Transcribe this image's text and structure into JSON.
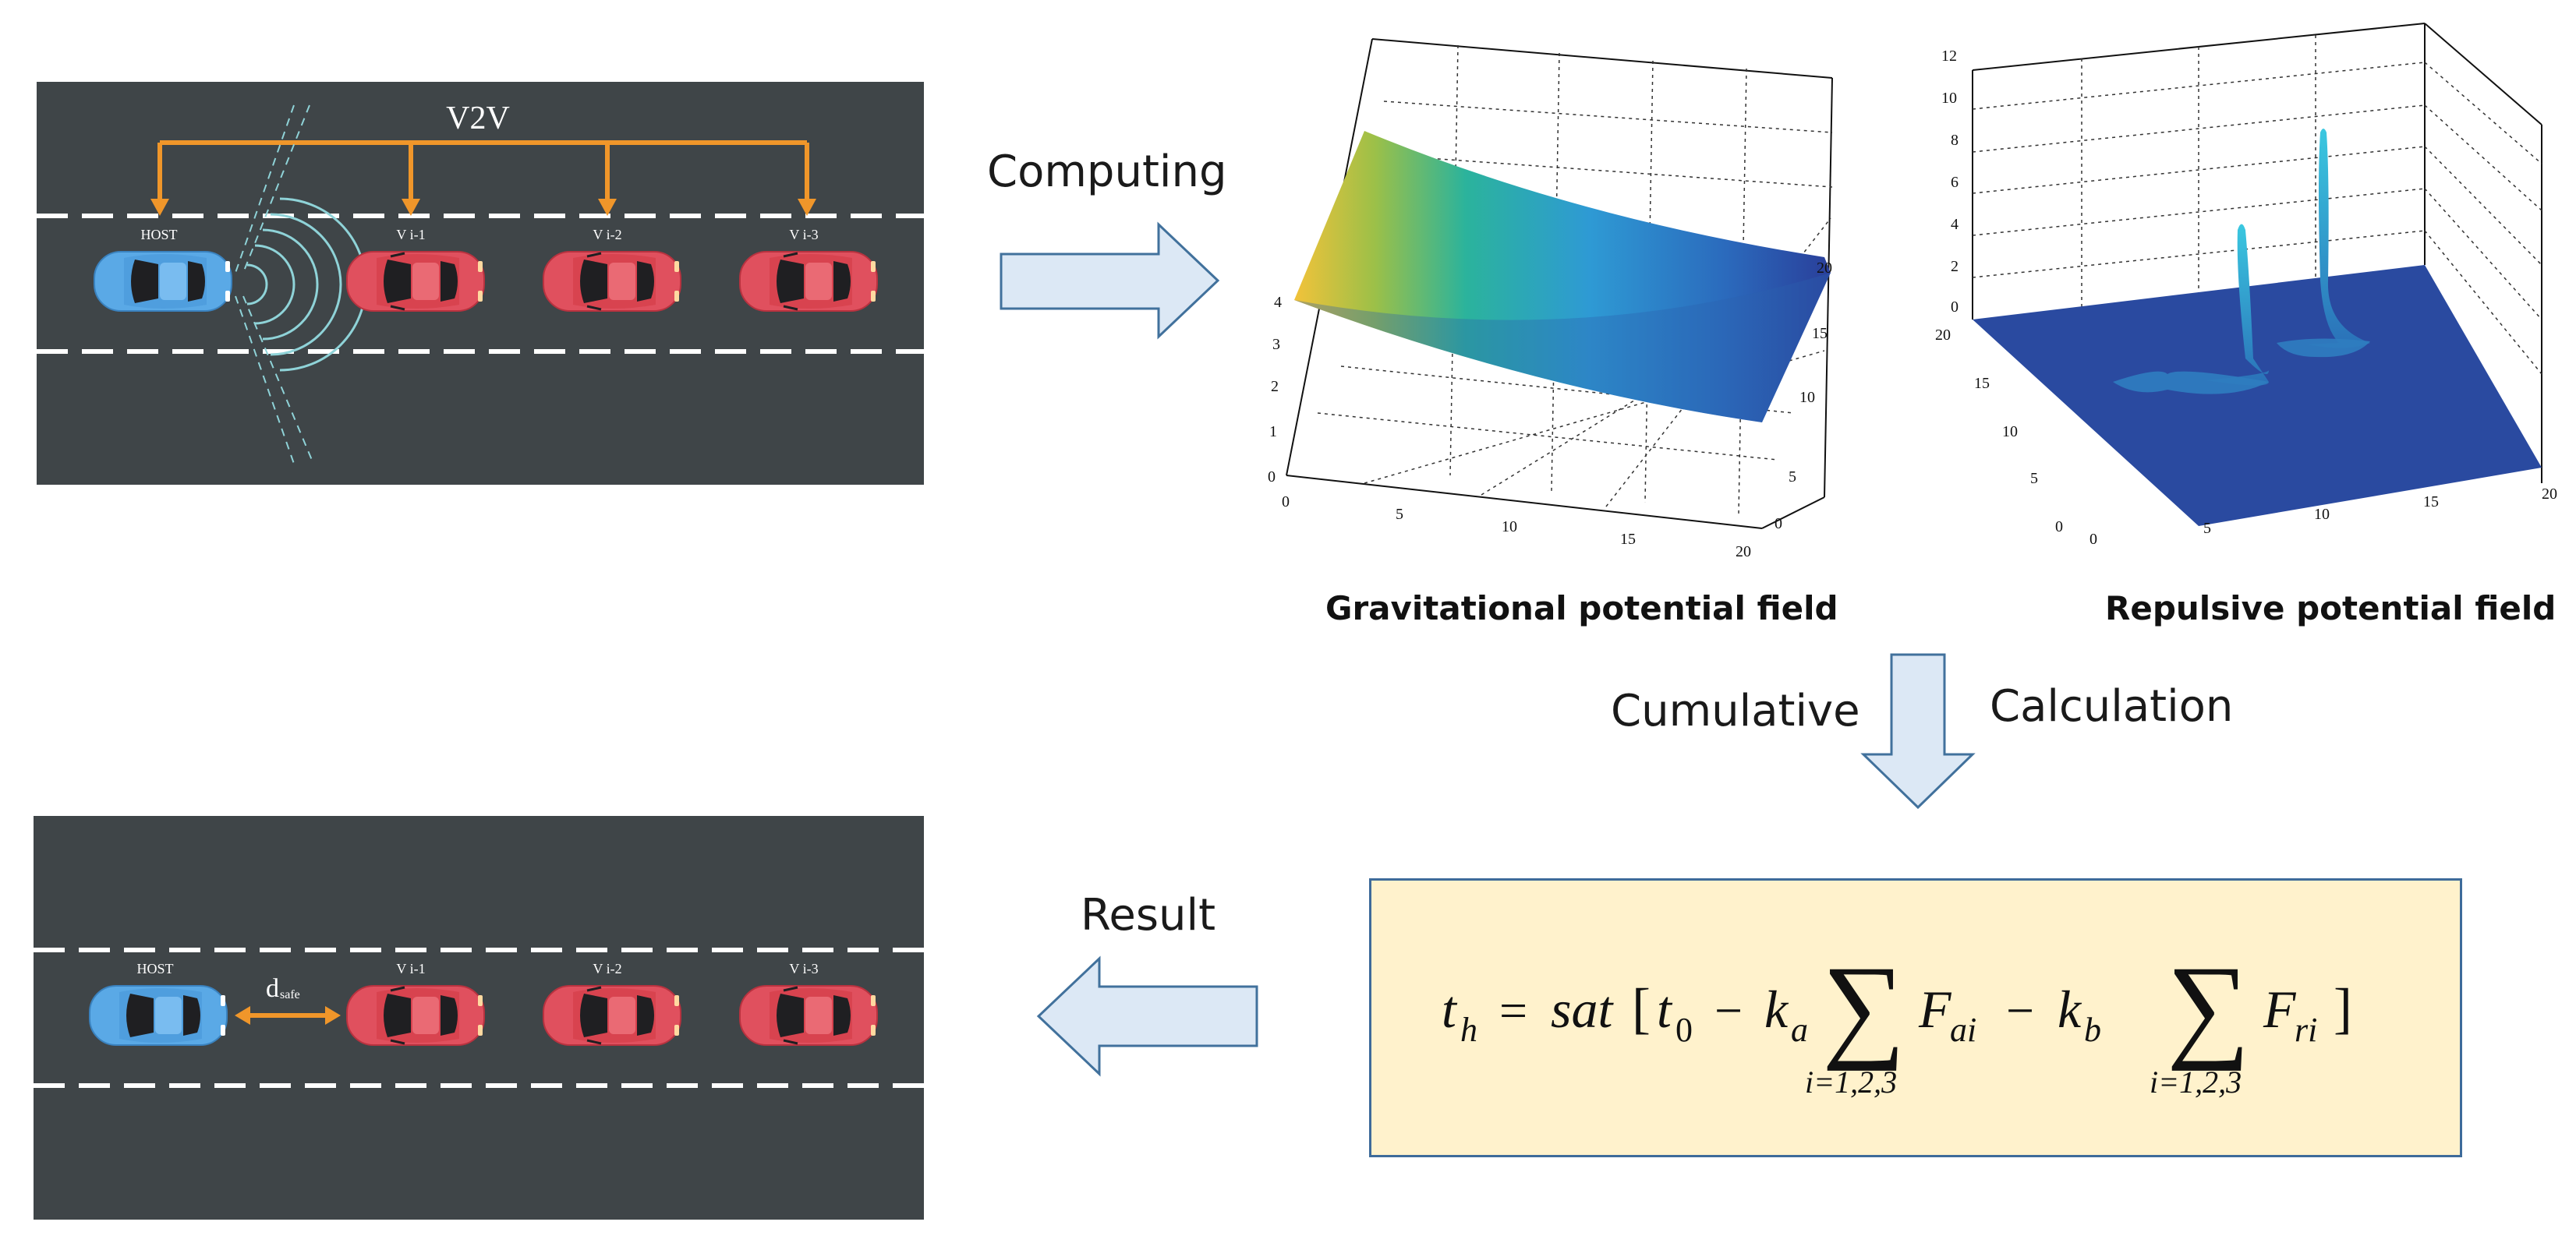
{
  "top_scene": {
    "v2v_label": "V2V",
    "host_label": "HOST",
    "vehicles": [
      "V i-1",
      "V i-2",
      "V i-3"
    ]
  },
  "bottom_scene": {
    "host_label": "HOST",
    "dsafe_main": "d",
    "dsafe_sub": "safe",
    "vehicles": [
      "V i-1",
      "V i-2",
      "V i-3"
    ]
  },
  "arrows": {
    "computing": "Computing",
    "cumulative": "Cumulative",
    "calculation": "Calculation",
    "result": "Result"
  },
  "plots": {
    "gravitational": {
      "caption": "Gravitational potential field",
      "z_ticks": [
        "0",
        "1",
        "2",
        "3",
        "4"
      ],
      "x_ticks": [
        "0",
        "5",
        "10",
        "15",
        "20"
      ],
      "y_ticks": [
        "0",
        "5",
        "10",
        "15",
        "20"
      ]
    },
    "repulsive": {
      "caption": "Repulsive potential field",
      "z_ticks": [
        "0",
        "2",
        "4",
        "6",
        "8",
        "10",
        "12"
      ],
      "x_ticks": [
        "0",
        "5",
        "10",
        "15",
        "20"
      ],
      "y_ticks": [
        "0",
        "5",
        "10",
        "15",
        "20"
      ]
    }
  },
  "formula": {
    "t": "t",
    "h": "h",
    "eq": "=",
    "sat": "sat",
    "lbr": "[",
    "t0": "t",
    "zero": "0",
    "minus1": "−",
    "k": "k",
    "a": "a",
    "sum": "∑",
    "sum_index": "i=1,2,3",
    "F": "F",
    "ai": "ai",
    "minus2": "−",
    "b": "b",
    "ri": "ri",
    "rbr": "]"
  },
  "colors": {
    "road": "#3f4548",
    "orange": "#f0962a",
    "host_car": "#5aa9e6",
    "other_car": "#e0505e",
    "arrow_fill": "#dce8f5",
    "arrow_stroke": "#41719c",
    "formula_bg": "#fff2cc",
    "surface_blue": "#2a4aa0"
  }
}
